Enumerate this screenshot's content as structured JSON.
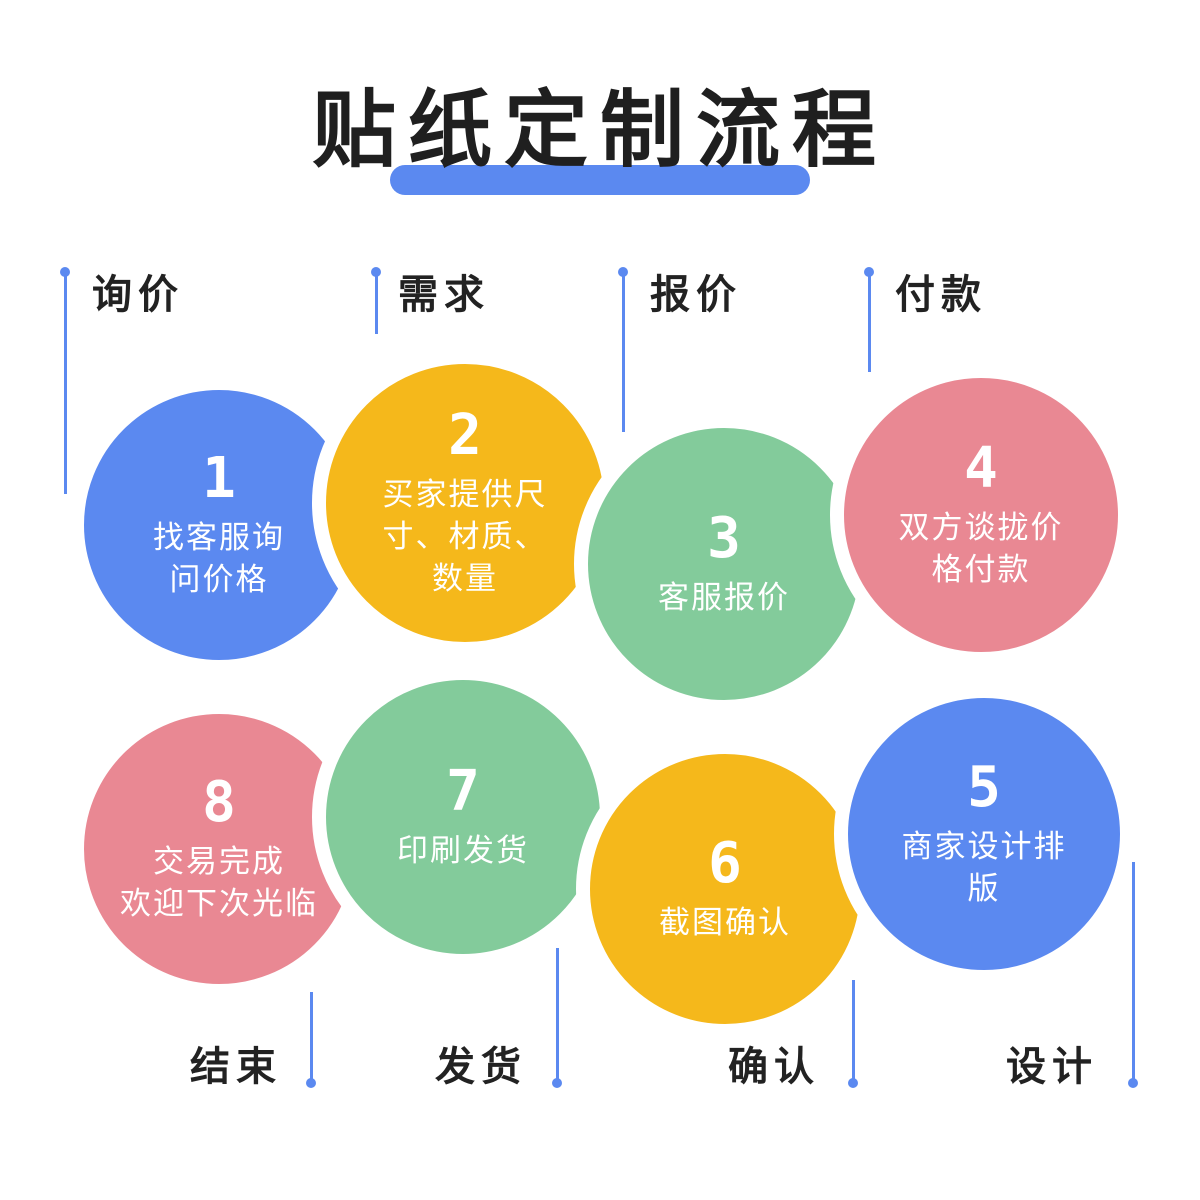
{
  "title": "贴纸定制流程",
  "colors": {
    "blue": "#5b89f0",
    "yellow": "#f5b81b",
    "green": "#83cb9b",
    "pink": "#e98893",
    "line": "#5b89f0"
  },
  "top_labels": [
    "询价",
    "需求",
    "报价",
    "付款"
  ],
  "bottom_labels": [
    "结束",
    "发货",
    "确认",
    "设计"
  ],
  "steps": [
    {
      "num": "1",
      "desc": "找客服询\n问价格",
      "color": "blue"
    },
    {
      "num": "2",
      "desc": "买家提供尺\n寸、材质、\n数量",
      "color": "yellow"
    },
    {
      "num": "3",
      "desc": "客服报价",
      "color": "green"
    },
    {
      "num": "4",
      "desc": "双方谈拢价\n格付款",
      "color": "pink"
    },
    {
      "num": "5",
      "desc": "商家设计排\n版",
      "color": "blue"
    },
    {
      "num": "6",
      "desc": "截图确认",
      "color": "yellow"
    },
    {
      "num": "7",
      "desc": "印刷发货",
      "color": "green"
    },
    {
      "num": "8",
      "desc": "交易完成\n欢迎下次光临",
      "color": "pink"
    }
  ]
}
